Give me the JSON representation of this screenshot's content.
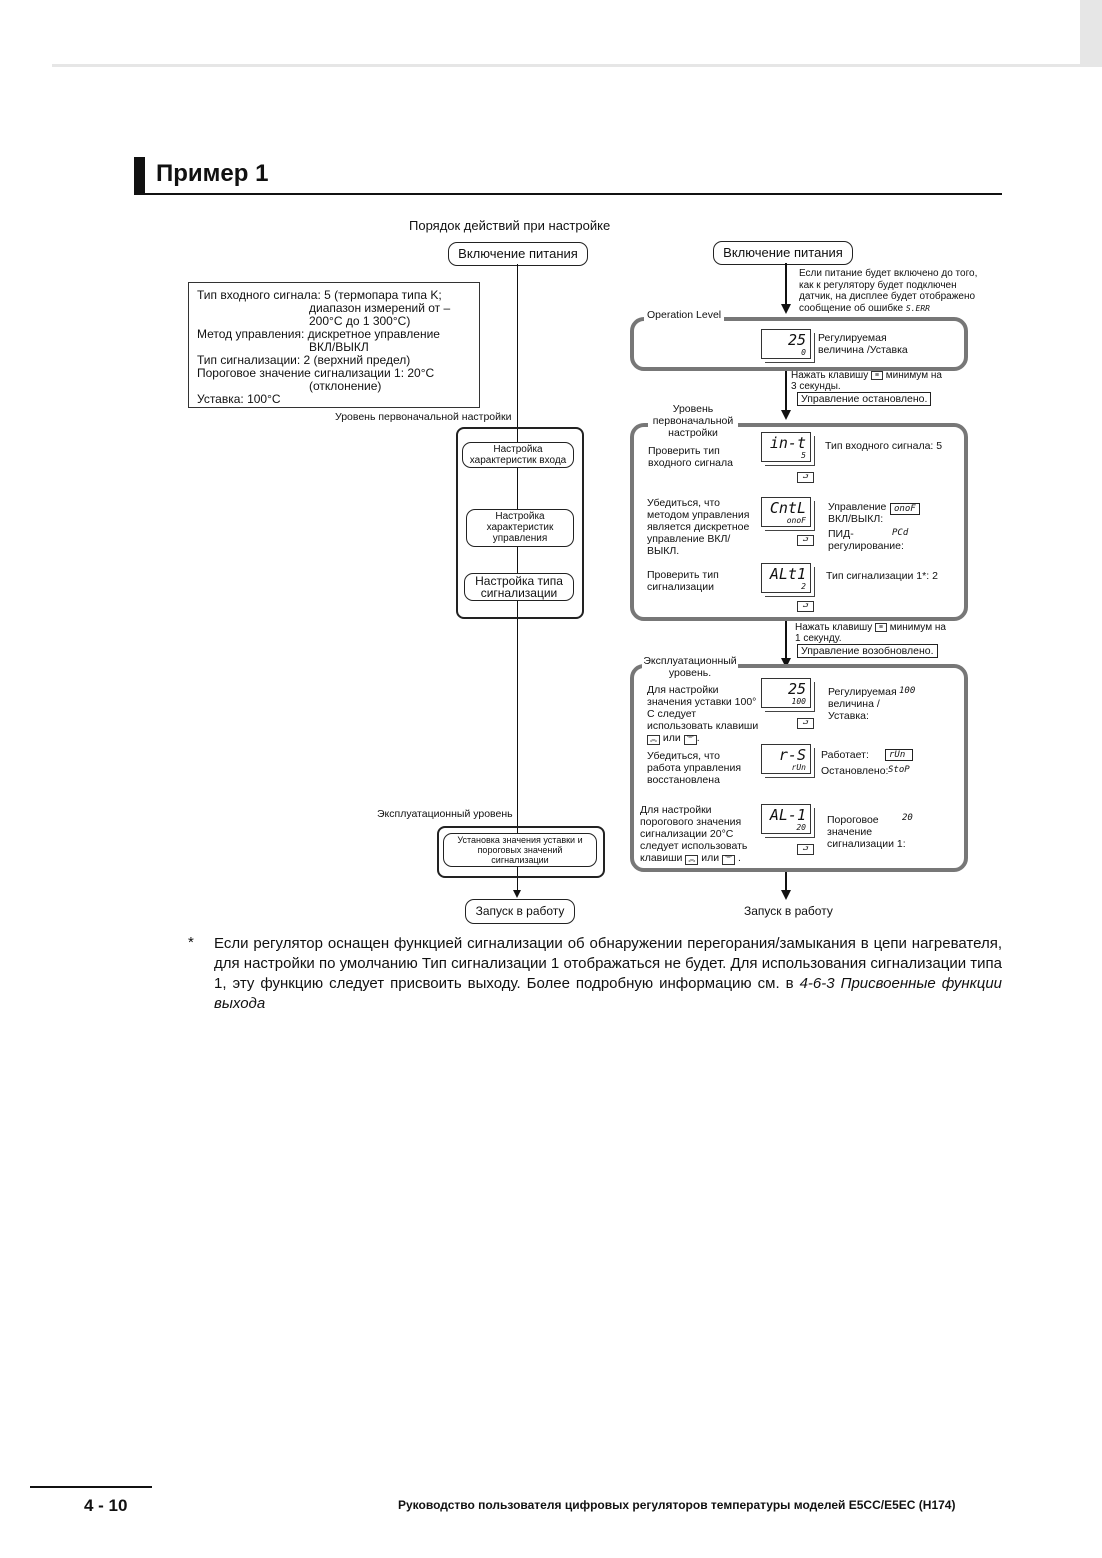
{
  "section_title": "Пример 1",
  "flow_title": "Порядок действий при настройке",
  "left": {
    "power_on": "Включение питания",
    "params": [
      "Тип входного сигнала: 5 (термопара типа K;",
      "диапазон измерений от –",
      "200°C до 1 300°C)",
      "Метод управления: дискретное управление",
      "ВКЛ/ВЫКЛ",
      "Тип сигнализации: 2 (верхний предел)",
      "Пороговое значение сигнализации 1:  20°C",
      "(отклонение)",
      "Уставка: 100°C"
    ],
    "init_level_label": "Уровень первоначальной настройки",
    "step1": "Настройка характеристик входа",
    "step2": "Настройка характеристик управления",
    "step3": "Настройка типа сигнализации",
    "op_level_label": "Эксплуатационный уровень",
    "step4": "Установка значения уставки и пороговых значений сигнализации",
    "start": "Запуск в работу"
  },
  "right": {
    "power_on": "Включение питания",
    "power_note": [
      "Если питание будет включено до того,",
      "как к регулятору будет подключен",
      "датчик, на дисплее будет отображено",
      "сообщение об ошибке"
    ],
    "error_code": "S.ERR",
    "operation_level": "Operation Level",
    "pv_sv_label": "Регулируемая величина /Уставка",
    "disp_pv": {
      "top": "25",
      "bot": "0"
    },
    "press_3s": [
      "Нажать клавишу",
      "минимум на",
      "3 секунды."
    ],
    "control_stopped": "Управление остановлено.",
    "init_level": "Уровень первоначальной настройки",
    "check_input": "Проверить тип входного сигнала",
    "disp_input": {
      "top": "in-t",
      "bot": "5"
    },
    "input_type_text": "Тип входного сигнала: 5",
    "check_control": "Убедиться, что методом управления является дискретное управление ВКЛ/ВЫКЛ.",
    "disp_control": {
      "top": "CntL",
      "bot": "onoF"
    },
    "onoff_label": "Управление ВКЛ/ВЫКЛ:",
    "onoff_code": "onoF",
    "pid_label": "ПИД-регулирование:",
    "pid_code": "PCd",
    "check_alarm": "Проверить тип сигнализации",
    "disp_alarm": {
      "top": "ALt1",
      "bot": "2"
    },
    "alarm_type_text": "Тип сигнализации 1*: 2",
    "press_1s": [
      "Нажать клавишу",
      "минимум на",
      "1 секунду."
    ],
    "control_resumed": "Управление возобновлено.",
    "op_level": "Эксплуатационный уровень.",
    "set_sp": "Для настройки значения уставки 100° С следует использовать клавиши",
    "or_word": "или",
    "disp_sp": {
      "top": "25",
      "bot": "100"
    },
    "sp_label": "Регулируемая величина / Уставка:",
    "sp_code": "100",
    "check_run": "Убедиться, что работа управления восстановлена",
    "disp_run": {
      "top": "r-S",
      "bot": "rUn"
    },
    "run_label": "Работает:",
    "run_code": "rUn",
    "stop_label": "Остановлено:",
    "stop_code": "StoP",
    "set_alarm": "Для настройки порогового значения сигнализации 20°С следует использовать клавиши",
    "disp_al1": {
      "top": "AL-1",
      "bot": "20"
    },
    "al_label": "Пороговое значение сигнализации  1:",
    "al_code": "20",
    "start": "Запуск в работу"
  },
  "footnote_mark": "*",
  "footnote_text": "Если регулятор оснащен функцией сигнализации об обнаружении перегорания/замыкания в цепи нагревателя, для настройки по умолчанию Тип сигнализации 1 отображаться не будет. Для использования сигнализации типа 1, эту функцию следует присвоить выходу. Более подробную информацию см. в",
  "footnote_ref": "4-6-3 Присвоенные функции выхода",
  "page_number": "4 - 10",
  "footer_title": "Руководство пользователя цифровых регуляторов температуры моделей E5CC/E5EC (H174)",
  "icons": {
    "key_up": "up-key-icon",
    "key_down": "down-key-icon",
    "key_mode": "mode-key-icon",
    "key_level": "level-key-icon"
  }
}
